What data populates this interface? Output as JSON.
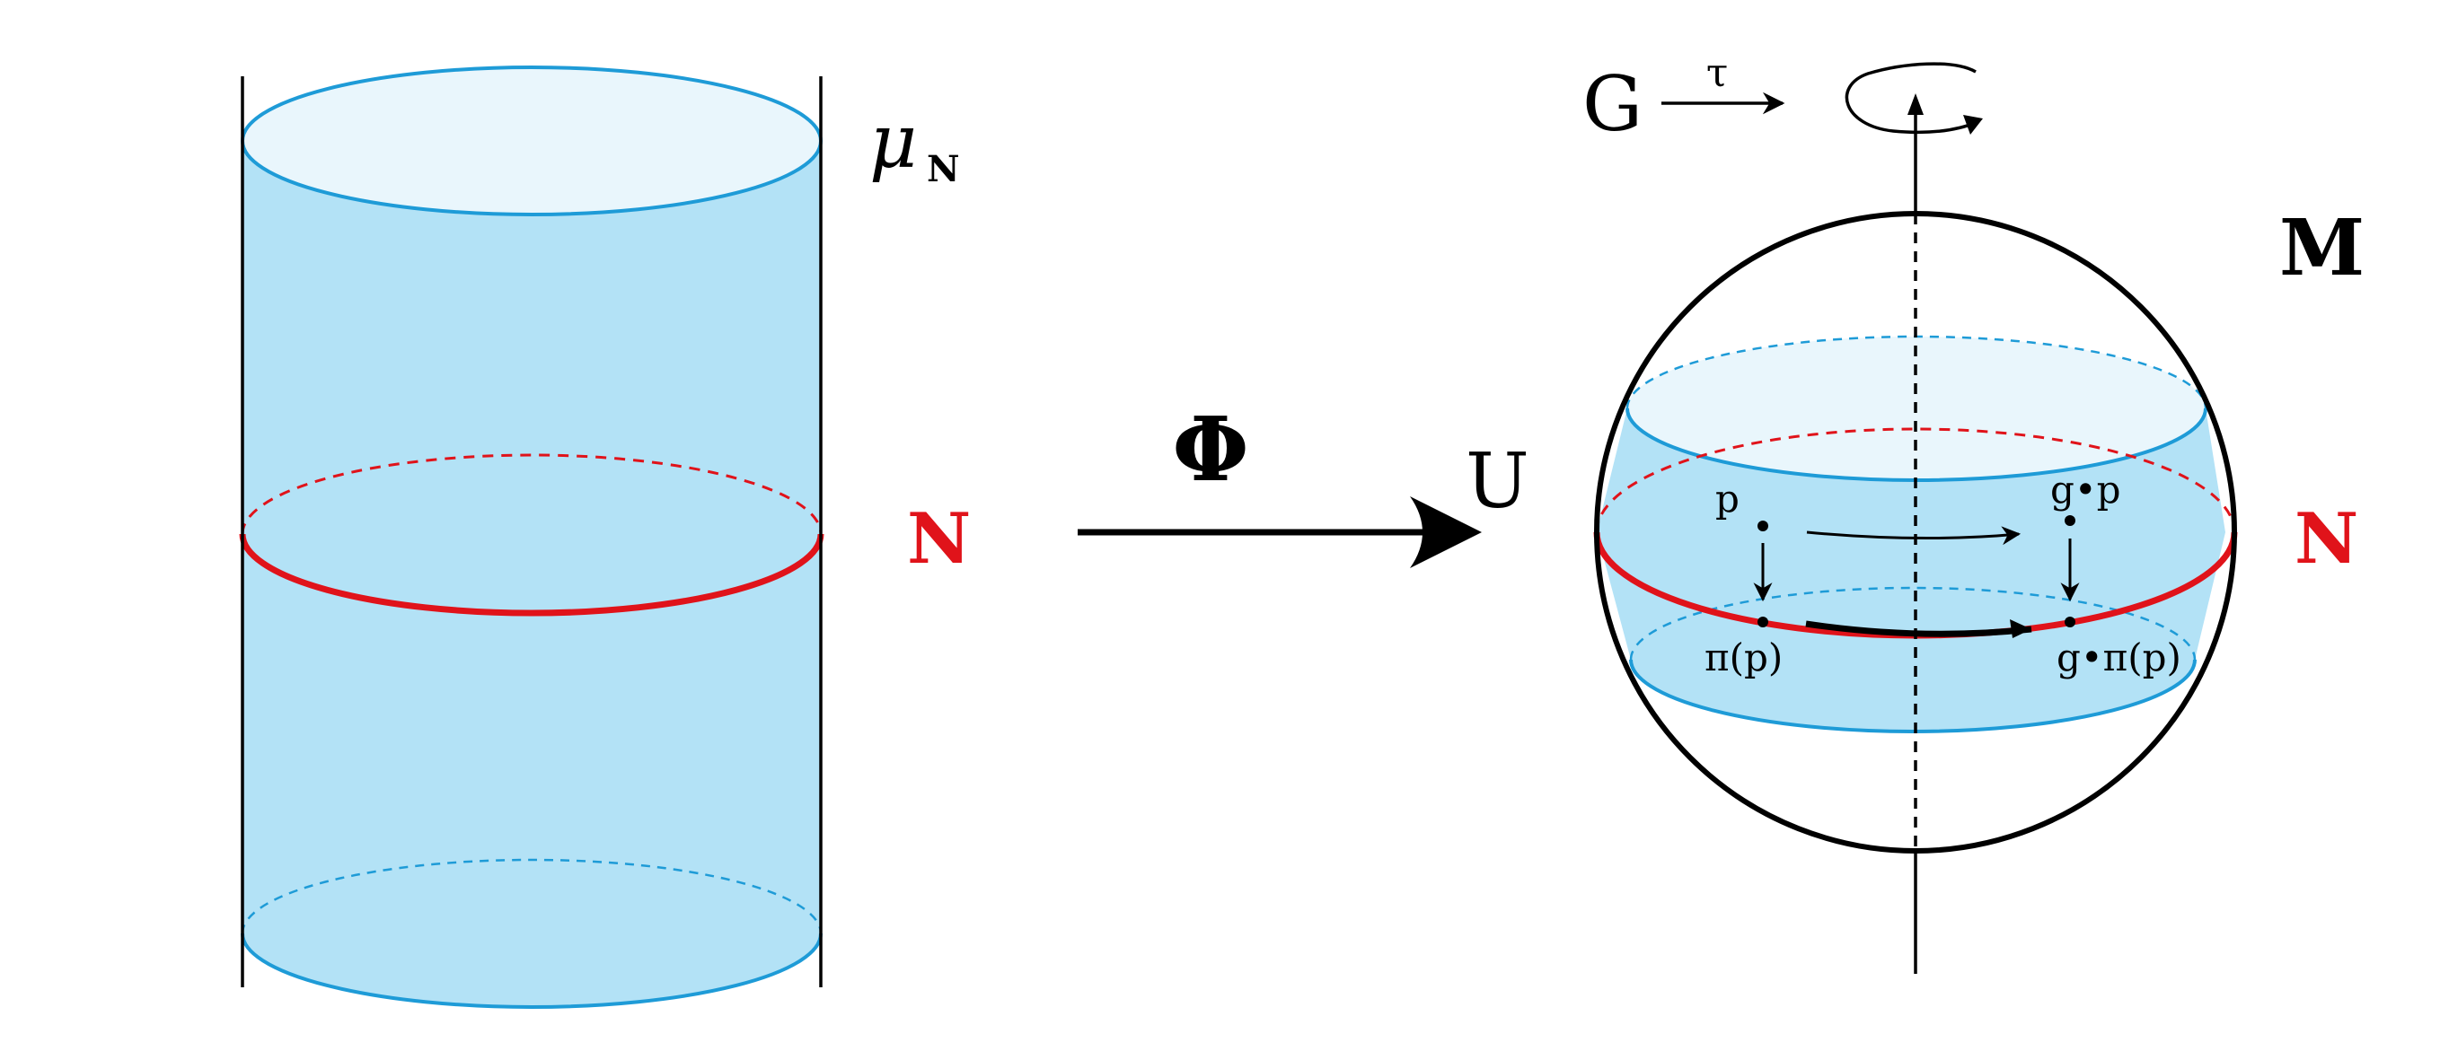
{
  "labels": {
    "mu": "μ",
    "mu_sub": "N",
    "n_left": "N",
    "phi": "Φ",
    "u": "U",
    "g": "G",
    "tau": "τ",
    "m": "M",
    "n_right": "N",
    "p": "p",
    "gp": "g•p",
    "pi_p": "π(p)",
    "g_pi_p": "g•π(p)"
  },
  "colors": {
    "cyan_fill": "#b3e2f6",
    "cyan_light": "#e9f6fc",
    "cyan_edge": "#1e9bd7",
    "red": "#e0131a",
    "black": "#000000"
  }
}
